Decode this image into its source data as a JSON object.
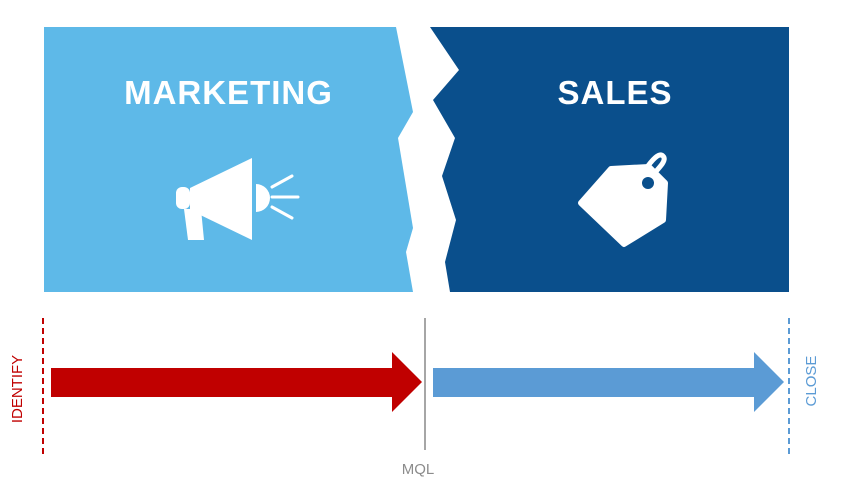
{
  "panels": {
    "marketing": {
      "title": "MARKETING",
      "icon": "megaphone-icon",
      "color": "#5eb9e8"
    },
    "sales": {
      "title": "SALES",
      "icon": "price-tag-icon",
      "color": "#0a4f8c"
    }
  },
  "timeline": {
    "start_label": "IDENTIFY",
    "start_color": "#c00000",
    "handoff_label": "MQL",
    "handoff_color": "#8c8c8c",
    "end_label": "CLOSE",
    "end_color": "#5b9bd5",
    "marketing_arrow_color": "#c00000",
    "sales_arrow_color": "#5b9bd5"
  }
}
